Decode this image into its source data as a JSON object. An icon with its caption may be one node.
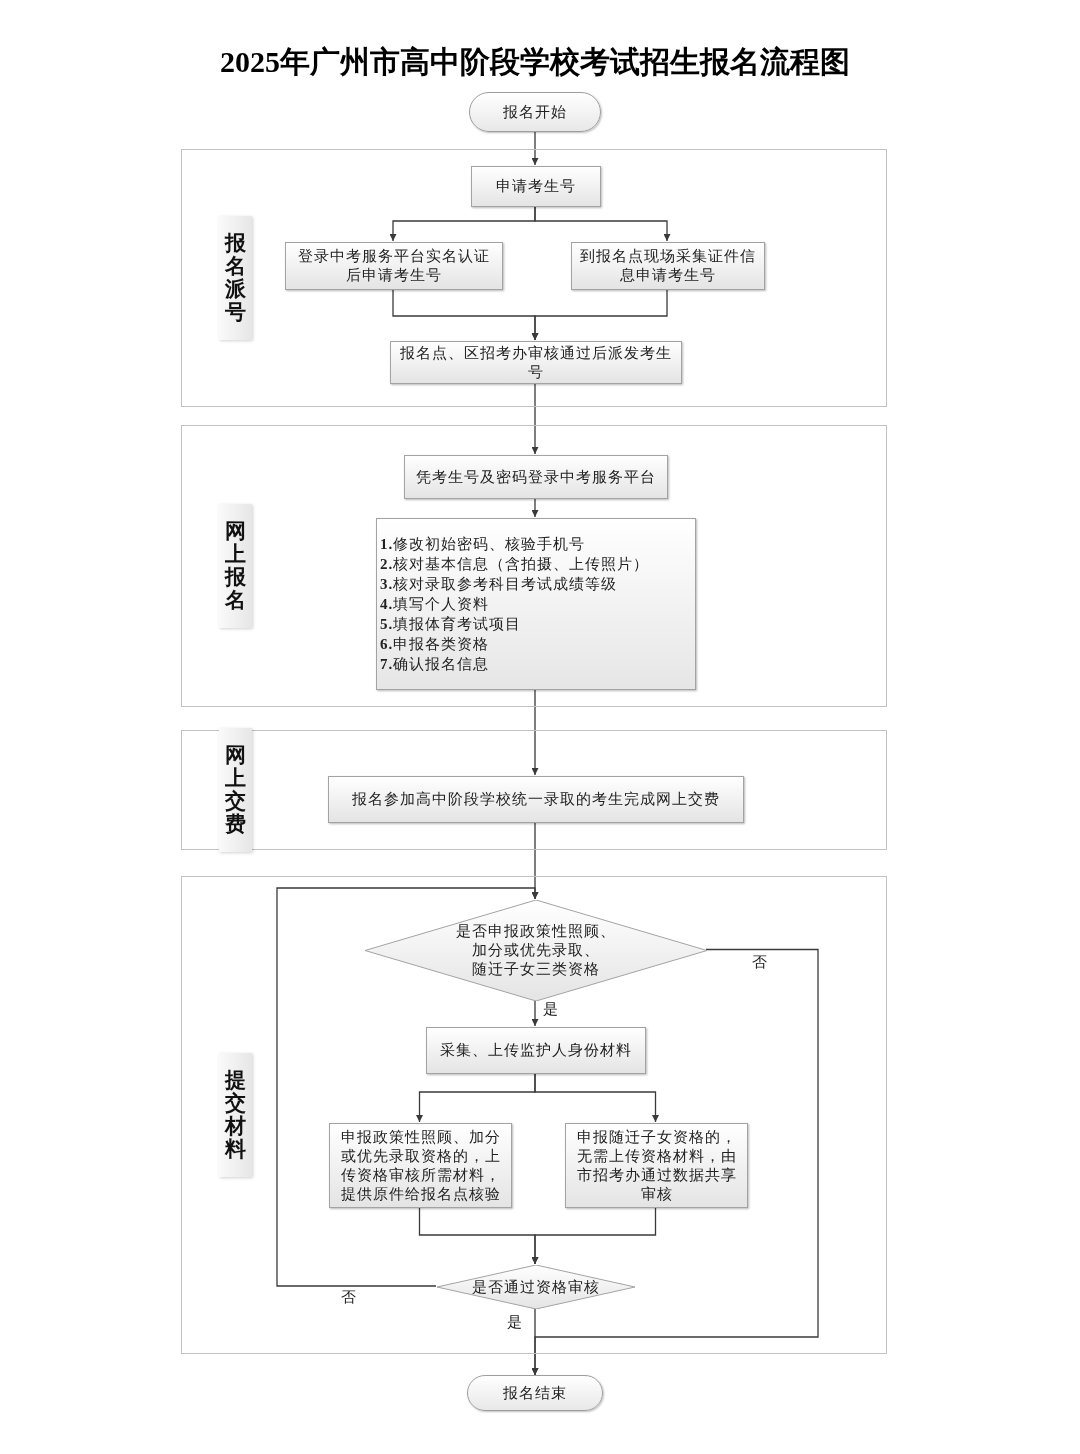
{
  "diagram": {
    "title": "2025年广州市高中阶段学校考试招生报名流程图",
    "nodes": [
      {
        "text": [
          "报名开始"
        ]
      },
      {
        "text": [
          "报名派号"
        ]
      },
      {
        "text": [
          "申请考生号"
        ],
        "in": 1
      },
      {
        "text": [
          "登录中考服务平台实名认证后申请考生号"
        ],
        "in": 1
      },
      {
        "text": [
          "到报名点现场采集证件信息申请考生号"
        ],
        "in": 1
      },
      {
        "text": [
          "报名点、区招考办审核通过后派发考生号"
        ],
        "in": 1
      },
      {
        "text": [
          "网上报名"
        ]
      },
      {
        "text": [
          "凭考生号及密码登录中考服务平台"
        ],
        "in": 6
      },
      {
        "text": [
          "**1.**修改初始密码、核验手机号",
          "**2.**核对基本信息（含拍摄、上传照片）",
          "**3.**核对录取参考科目考试成绩等级",
          "**4.**填写个人资料",
          "**5.**填报体育考试项目",
          "**6.**申报各类资格",
          "**7.**确认报名信息"
        ],
        "in": 6
      },
      {
        "text": [
          "网上交费"
        ]
      },
      {
        "text": [
          "报名参加高中阶段学校统一录取的考生完成网上交费"
        ],
        "in": 9
      },
      {
        "text": [
          "提交材料"
        ]
      },
      {
        "text": [
          "是否申报政策性照顾、加分或优先录取、随迁子女三类资格"
        ],
        "in": 11
      },
      {
        "text": [
          "采集、上传监护人身份材料"
        ],
        "in": 11
      },
      {
        "text": [
          "申报政策性照顾、加分或优先录取资格的，上传资格审核所需材料，提供原件给报名点核验"
        ],
        "in": 11
      },
      {
        "text": [
          "申报随迁子女资格的，无需上传资格材料，由市招考办通过数据共享审核"
        ],
        "in": 11
      },
      {
        "text": [
          "是否通过资格审核"
        ],
        "in": 11
      },
      {
        "text": [
          "报名结束"
        ]
      }
    ],
    "edges": [
      {
        "from": 0,
        "to": 2,
        "arrow": "to"
      },
      {
        "from": 2,
        "to": 3,
        "arrow": "to"
      },
      {
        "from": 2,
        "to": 4,
        "arrow": "to"
      },
      {
        "from": 3,
        "to": 5,
        "arrow": "to"
      },
      {
        "from": 4,
        "to": 5,
        "arrow": "to"
      },
      {
        "from": 5,
        "to": 7,
        "arrow": "to"
      },
      {
        "from": 7,
        "to": 8,
        "arrow": "to"
      },
      {
        "from": 8,
        "to": 10,
        "arrow": "to"
      },
      {
        "from": 10,
        "to": 12,
        "arrow": "to"
      },
      {
        "from": 12,
        "to": 13,
        "arrow": "to",
        "label": "是"
      },
      {
        "from": 12,
        "to": 17,
        "arrow": "to",
        "label": "否"
      },
      {
        "from": 13,
        "to": 14,
        "arrow": "to"
      },
      {
        "from": 13,
        "to": 15,
        "arrow": "to"
      },
      {
        "from": 14,
        "to": 16,
        "arrow": "to"
      },
      {
        "from": 15,
        "to": 16,
        "arrow": "to"
      },
      {
        "from": 16,
        "to": 17,
        "arrow": "to",
        "label": "是"
      },
      {
        "from": 16,
        "to": 12,
        "arrow": "to",
        "label": "否"
      }
    ]
  }
}
